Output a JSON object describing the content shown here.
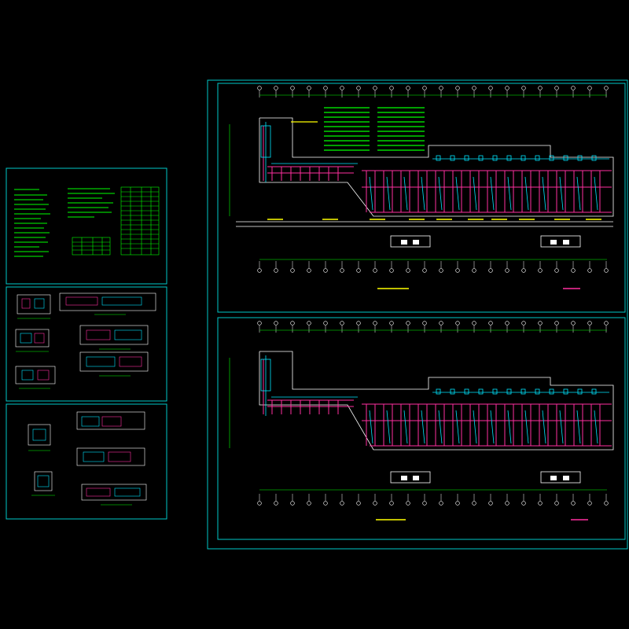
{
  "drawing": {
    "background": "#000000",
    "frame_color": "#00c8c8",
    "wall_color": "#ffffff",
    "duct_color": "#ff2fa0",
    "pipe_color": "#00e5ff",
    "text_color": "#00ff00",
    "caption_color": "#ffff00",
    "sheets": [
      {
        "id": "sheet-notes",
        "content": "design-notes-and-equipment-table"
      },
      {
        "id": "sheet-details-a",
        "content": "detail-plans-and-sections"
      },
      {
        "id": "sheet-details-b",
        "content": "detail-plans-and-sections"
      },
      {
        "id": "sheet-plan-upper",
        "content": "hvac-floor-plan"
      },
      {
        "id": "sheet-plan-lower",
        "content": "hvac-floor-plan"
      }
    ],
    "icons": {
      "grid-bubble": "circle",
      "north-mark": "arrow"
    }
  }
}
